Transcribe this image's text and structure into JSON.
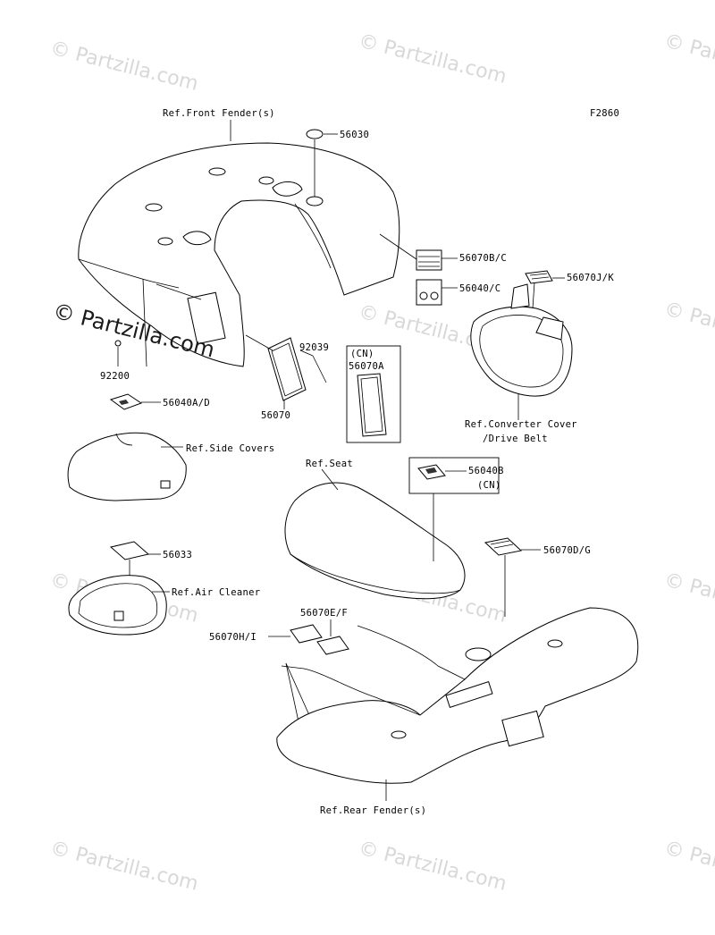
{
  "figure_code": "F2860",
  "watermark": {
    "text": "© Partzilla.com",
    "prominent": "© Partzilla.com"
  },
  "labels": {
    "ref_front_fender": "Ref.Front Fender(s)",
    "p56030": "56030",
    "p56070bc": "56070B/C",
    "p56040c": "56040/C",
    "p56070jk": "56070J/K",
    "p92039": "92039",
    "cn_box_cn": "(CN)",
    "cn_box_part": "56070A",
    "p56070": "56070",
    "p92200": "92200",
    "p56040ad": "56040A/D",
    "ref_side_covers": "Ref.Side Covers",
    "ref_converter_cover_1": "Ref.Converter Cover",
    "ref_converter_cover_2": "/Drive Belt",
    "ref_seat": "Ref.Seat",
    "p56040b": "56040B",
    "p56040b_cn": "(CN)",
    "p56033": "56033",
    "ref_air_cleaner": "Ref.Air Cleaner",
    "p56070dg": "56070D/G",
    "p56070ef": "56070E/F",
    "p56070hi": "56070H/I",
    "ref_rear_fender": "Ref.Rear Fender(s)"
  }
}
